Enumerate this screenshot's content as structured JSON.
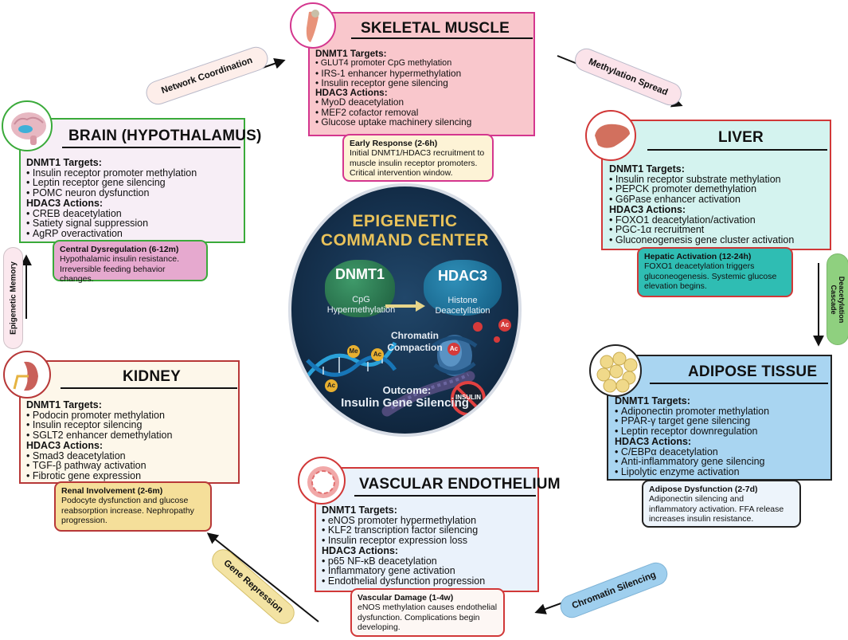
{
  "center": {
    "title_line1": "EPIGENETIC",
    "title_line2": "COMMAND CENTER",
    "dnmt1": "DNMT1",
    "dnmt1_sub1": "CpG",
    "dnmt1_sub2": "Hypermethylation",
    "hdac3": "HDAC3",
    "hdac3_sub1": "Histone",
    "hdac3_sub2": "Deacetyllation",
    "compaction1": "Chromatin",
    "compaction2": "Compaction",
    "insulin_badge": "INSULIN",
    "outcome_label": "Outcome:",
    "outcome_value": "Insulin Gene Silencing",
    "marker_me": "Me",
    "marker_ac": "Ac"
  },
  "arrows": {
    "network": "Network Coordination",
    "methylation": "Methylation Spread",
    "deacetylation1": "Deacetylation",
    "deacetylation2": "Cascade",
    "chromatin": "Chromatin Silencing",
    "gene_repression": "Gene Repression",
    "epigenetic_memory": "Epigenetic Memory"
  },
  "muscle": {
    "title": "SKELETAL MUSCLE",
    "dnmt_head": "DNMT1 Targets:",
    "dnmt": [
      "GLUT4 promoter CpG methylation",
      "IRS-1 enhancer hypermethylation",
      "Insulin receptor gene silencing"
    ],
    "hdac_head": "HDAC3 Actions:",
    "hdac": [
      "MyoD deacetylation",
      "MEF2 cofactor removal",
      "Glucose uptake machinery silencing"
    ],
    "note_title": "Early Response (2-6h)",
    "note_text": "Initial DNMT1/HDAC3 recruitment to muscle insulin receptor promoters. Critical intervention window."
  },
  "brain": {
    "title": "BRAIN (HYPOTHALAMUS)",
    "dnmt_head": "DNMT1 Targets:",
    "dnmt": [
      "Insulin receptor promoter methylation",
      "Leptin receptor gene silencing",
      "POMC neuron dysfunction"
    ],
    "hdac_head": "HDAC3 Actions:",
    "hdac": [
      "CREB deacetylation",
      "Satiety signal suppression",
      "AgRP overactivation"
    ],
    "note_title": "Central Dysregulation (6-12m)",
    "note_text": "Hypothalamic insulin resistance. Irreversible feeding behavior changes."
  },
  "liver": {
    "title": "LIVER",
    "dnmt_head": "DNMT1 Targets:",
    "dnmt": [
      "Insulin receptor substrate methylation",
      "PEPCK promoter demethylation",
      "G6Pase enhancer activation"
    ],
    "hdac_head": "HDAC3 Actions:",
    "hdac": [
      "FOXO1 deacetylation/activation",
      "PGC-1α recruitment",
      "Gluconeogenesis gene cluster activation"
    ],
    "note_title": "Hepatic Activation (12-24h)",
    "note_text": "FOXO1 deacetylation triggers gluconeogenesis. Systemic glucose elevation begins."
  },
  "adipose": {
    "title": "ADIPOSE TISSUE",
    "dnmt_head": "DNMT1 Targets:",
    "dnmt": [
      "Adiponectin promoter methylation",
      "PPAR-γ target gene silencing",
      "Leptin receptor downregulation"
    ],
    "hdac_head": "HDAC3 Actions:",
    "hdac": [
      "C/EBPα deacetylation",
      "Anti-inflammatory gene silencing",
      "Lipolytic enzyme activation"
    ],
    "note_title": "Adipose Dysfunction (2-7d)",
    "note_text": "Adiponectin silencing and inflammatory activation. FFA release increases insulin resistance."
  },
  "kidney": {
    "title": "KIDNEY",
    "dnmt_head": "DNMT1 Targets:",
    "dnmt": [
      "Podocin promoter methylation",
      "Insulin receptor silencing",
      "SGLT2 enhancer demethylation"
    ],
    "hdac_head": "HDAC3 Actions:",
    "hdac": [
      "Smad3 deacetylation",
      "TGF-β pathway activation",
      "Fibrotic gene expression"
    ],
    "note_title": "Renal Involvement (2-6m)",
    "note_text": "Podocyte dysfunction and glucose reabsorption increase. Nephropathy progression."
  },
  "vascular": {
    "title": "VASCULAR ENDOTHELIUM",
    "dnmt_head": "DNMT1 Targets:",
    "dnmt": [
      "eNOS promoter hypermethylation",
      "KLF2 transcription factor silencing",
      "Insulin receptor expression loss"
    ],
    "hdac_head": "HDAC3 Actions:",
    "hdac": [
      "p65 NF-κB deacetylation",
      "Inflammatory gene activation",
      "Endothelial dysfunction progression"
    ],
    "note_title": "Vascular Damage (1-4w)",
    "note_text": "eNOS methylation causes endothelial dysfunction. Complications begin developing."
  }
}
